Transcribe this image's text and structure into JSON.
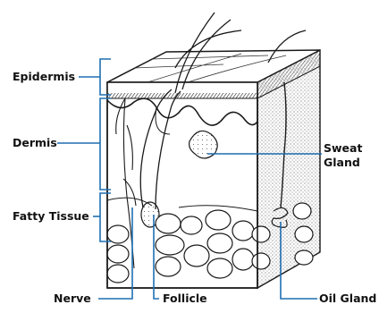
{
  "labels": {
    "epidermis": "Epidermis",
    "dermis": "Dermis",
    "fatty_tissue": "Fatty Tissue",
    "sweat_gland_line1": "Sweat",
    "sweat_gland_line2": "Gland",
    "nerve": "Nerve",
    "follicle": "Follicle",
    "oil_gland": "Oil Gland"
  },
  "colors": {
    "leader_line": "#1f6fb2",
    "ink": "#1a1a1a"
  }
}
